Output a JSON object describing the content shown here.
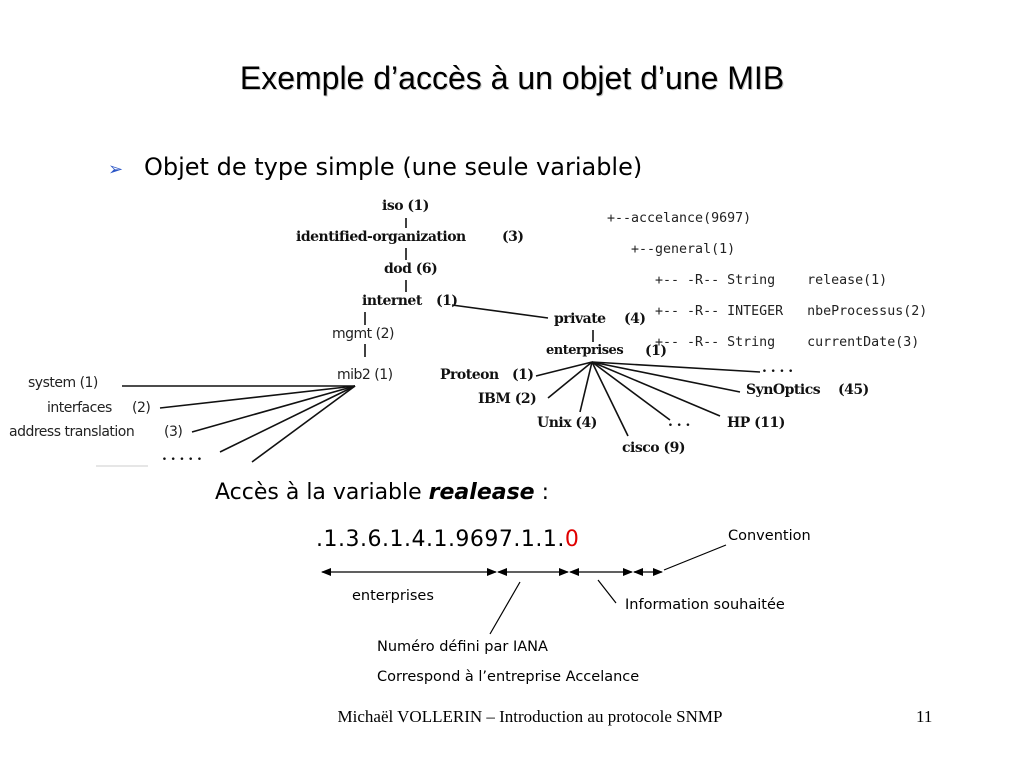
{
  "slide": {
    "title": "Exemple d’accès à un objet d’une MIB",
    "bullet": "Objet de type simple (une seule variable)",
    "bullet_icon": "arrow-bullet-icon"
  },
  "mib_tree": {
    "iso": "iso (1)",
    "identified_org": "identified-organization",
    "identified_org_num": "(3)",
    "dod": "dod (6)",
    "internet": "internet",
    "internet_num": "(1)",
    "mgmt": "mgmt (2)",
    "mib2": "mib2 (1)",
    "private": "private",
    "private_num": "(4)",
    "enterprises": "enterprises",
    "enterprises_num": "(1)",
    "system": "system (1)",
    "interfaces": "interfaces",
    "interfaces_num": "(2)",
    "address_translation": "address translation",
    "address_translation_num": "(3)",
    "mib2_more": ". . . . .",
    "proteon": "Proteon",
    "proteon_num": "(1)",
    "ibm": "IBM (2)",
    "unix": "Unix (4)",
    "cisco": "cisco (9)",
    "ent_dots": ". . .",
    "hp": "HP (11)",
    "synoptics": "SynOptics",
    "synoptics_num": "(45)",
    "top_dots": ". . . ."
  },
  "code_block": [
    "+--accelance(9697)",
    "   +--general(1)",
    "      +-- -R-- String    release(1)",
    "      +-- -R-- INTEGER   nbeProcessus(2)",
    "      +-- -R-- String    currentDate(3)"
  ],
  "access": {
    "prefix": "Accès à la variable ",
    "variable": "realease",
    "suffix": " :",
    "oid_main": ".1.3.6.1.4.1.9697.1.1.",
    "oid_last": "0"
  },
  "annotations": {
    "convention": "Convention",
    "enterprises": "enterprises",
    "info": "Information souhaitée",
    "iana_line1": "Numéro défini par IANA",
    "iana_line2": "Correspond à l’entreprise Accelance"
  },
  "footer": {
    "text": "Michaël VOLLERIN – Introduction au protocole SNMP",
    "page": "11"
  }
}
